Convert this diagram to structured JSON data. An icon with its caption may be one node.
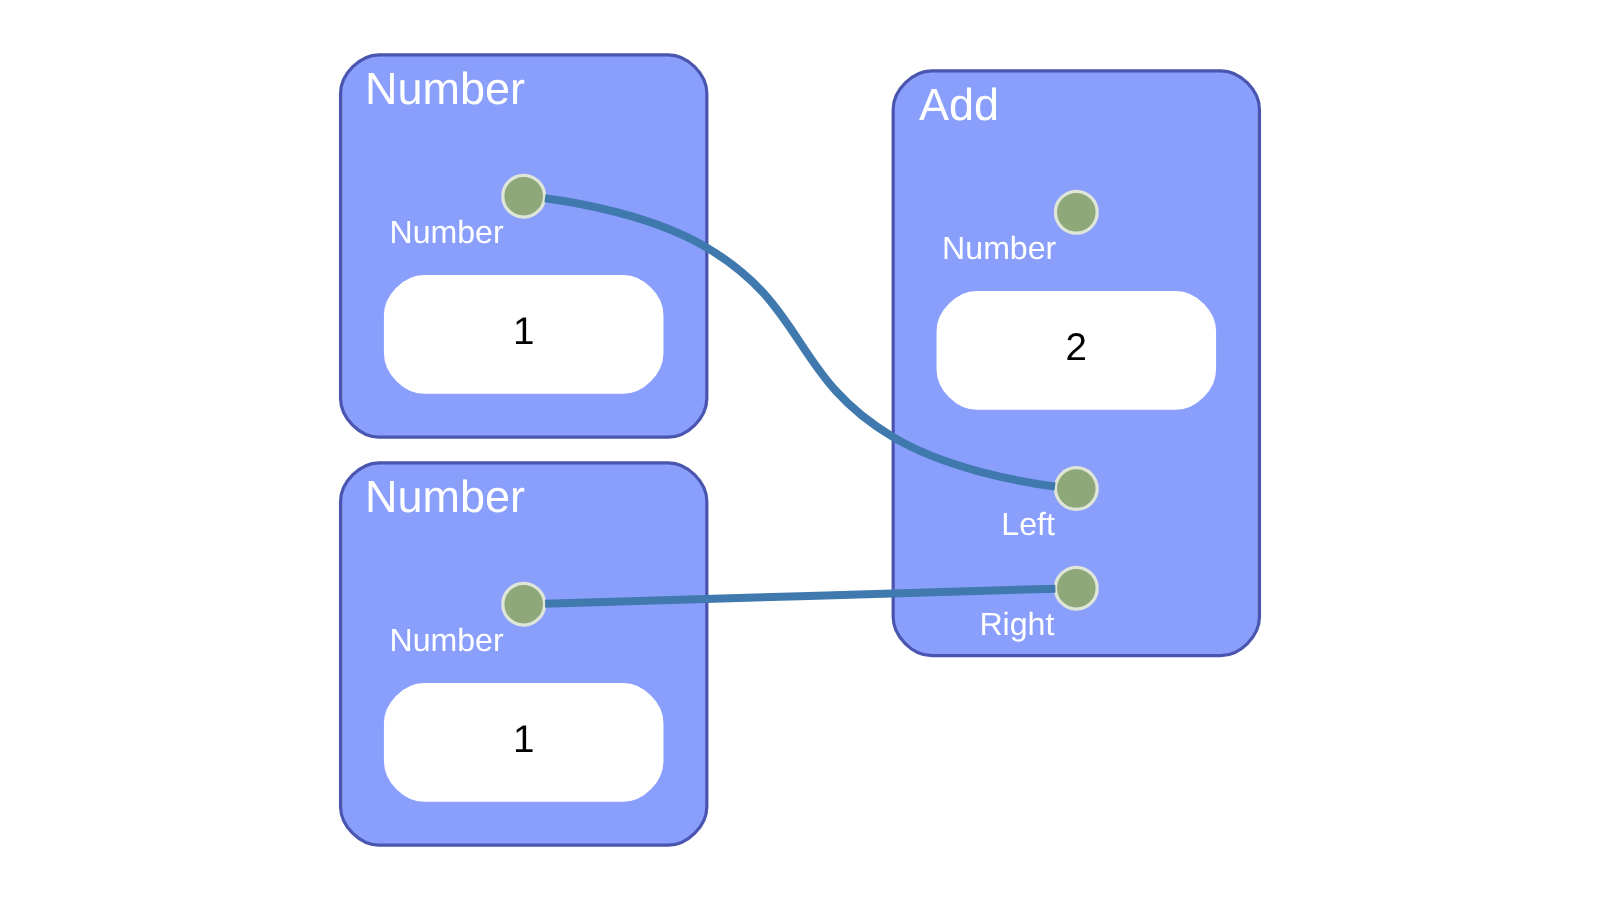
{
  "diagram": {
    "nodes": [
      {
        "text": [
          "Number"
        ]
      },
      {
        "text": [],
        "shape": "circle",
        "in": 0,
        "beside": [
          "Number"
        ]
      },
      {
        "text": [
          "1"
        ],
        "in": 0
      },
      {
        "text": [
          "Number"
        ]
      },
      {
        "text": [],
        "shape": "circle",
        "in": 3,
        "beside": [
          "Number"
        ]
      },
      {
        "text": [
          "1"
        ],
        "in": 3
      },
      {
        "text": [
          "Add"
        ]
      },
      {
        "text": [],
        "shape": "circle",
        "in": 6,
        "beside": [
          "Number"
        ]
      },
      {
        "text": [
          "2"
        ],
        "in": 6
      },
      {
        "text": [],
        "shape": "circle",
        "in": 6,
        "beside": [
          "Left"
        ]
      },
      {
        "text": [],
        "shape": "circle",
        "in": 6,
        "beside": [
          "Right"
        ]
      }
    ],
    "edges": [
      {
        "from": 1,
        "to": 9,
        "arrow": "none"
      },
      {
        "from": 4,
        "to": 10,
        "arrow": "none"
      }
    ]
  }
}
